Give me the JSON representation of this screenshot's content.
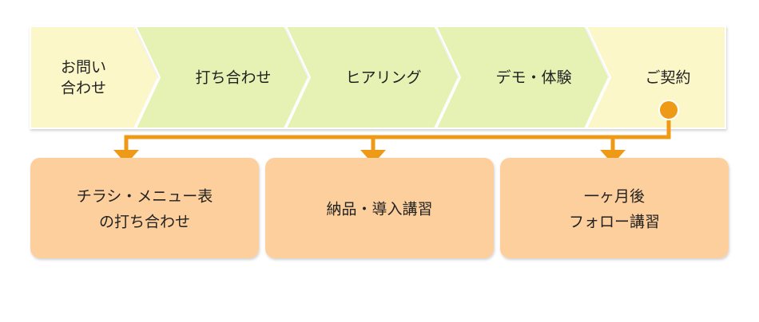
{
  "steps": [
    {
      "label": "お問い\n合わせ"
    },
    {
      "label": "打ち合わせ"
    },
    {
      "label": "ヒアリング"
    },
    {
      "label": "デモ・体験"
    },
    {
      "label": "ご契約"
    }
  ],
  "outcomes": [
    {
      "label": "チラシ・メニュー表\nの打ち合わせ"
    },
    {
      "label": "納品・導入講習"
    },
    {
      "label": "一ヶ月後\nフォロー講習"
    }
  ],
  "colors": {
    "step_first": "#fcf7c8",
    "step_middle": "#e5f2b4",
    "step_last": "#fcf7c8",
    "connector": "#ef9a16",
    "outcome_box": "#fccf9c"
  }
}
